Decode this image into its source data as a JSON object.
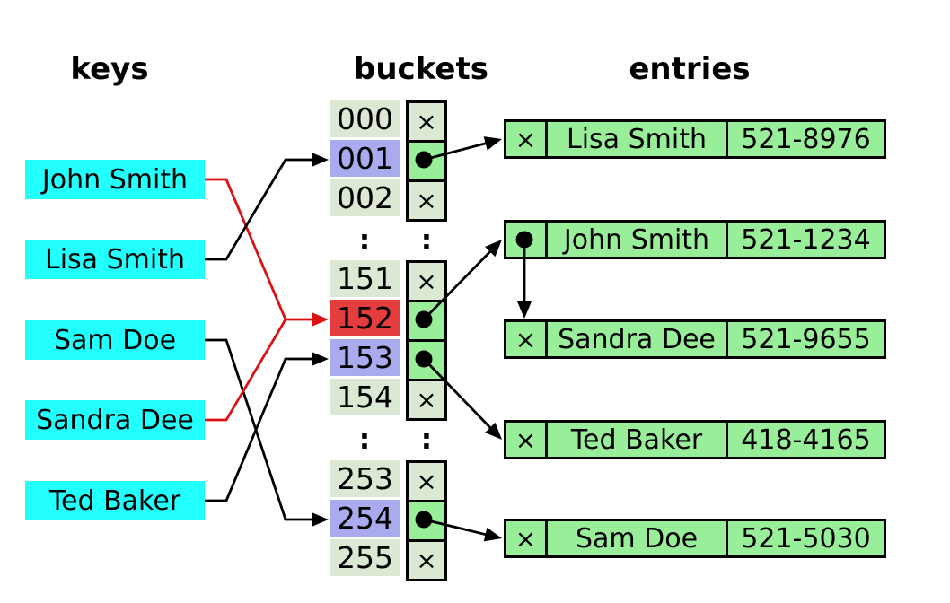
{
  "headers": {
    "keys": "keys",
    "buckets": "buckets",
    "entries": "entries"
  },
  "keys": [
    {
      "id": "john-smith",
      "label": "John Smith"
    },
    {
      "id": "lisa-smith",
      "label": "Lisa Smith"
    },
    {
      "id": "sam-doe",
      "label": "Sam Doe"
    },
    {
      "id": "sandra-dee",
      "label": "Sandra Dee"
    },
    {
      "id": "ted-baker",
      "label": "Ted Baker"
    }
  ],
  "buckets": [
    {
      "type": "bucket",
      "label": "000",
      "pointer": "null",
      "highlight": "none"
    },
    {
      "type": "bucket",
      "label": "001",
      "pointer": "dot",
      "highlight": "linked"
    },
    {
      "type": "bucket",
      "label": "002",
      "pointer": "null",
      "highlight": "none"
    },
    {
      "type": "ellipsis",
      "label": ":"
    },
    {
      "type": "bucket",
      "label": "151",
      "pointer": "null",
      "highlight": "none"
    },
    {
      "type": "bucket",
      "label": "152",
      "pointer": "dot",
      "highlight": "collision"
    },
    {
      "type": "bucket",
      "label": "153",
      "pointer": "dot",
      "highlight": "linked"
    },
    {
      "type": "bucket",
      "label": "154",
      "pointer": "null",
      "highlight": "none"
    },
    {
      "type": "ellipsis",
      "label": ":"
    },
    {
      "type": "bucket",
      "label": "253",
      "pointer": "null",
      "highlight": "none"
    },
    {
      "type": "bucket",
      "label": "254",
      "pointer": "dot",
      "highlight": "linked"
    },
    {
      "type": "bucket",
      "label": "255",
      "pointer": "null",
      "highlight": "none"
    }
  ],
  "entries": [
    {
      "id": "lisa-smith",
      "pointer": "null",
      "name": "Lisa Smith",
      "phone": "521-8976"
    },
    {
      "id": "john-smith",
      "pointer": "dot",
      "name": "John Smith",
      "phone": "521-1234"
    },
    {
      "id": "sandra-dee",
      "pointer": "null",
      "name": "Sandra Dee",
      "phone": "521-9655"
    },
    {
      "id": "ted-baker",
      "pointer": "null",
      "name": "Ted Baker",
      "phone": "418-4165"
    },
    {
      "id": "sam-doe",
      "pointer": "null",
      "name": "Sam Doe",
      "phone": "521-5030"
    }
  ],
  "connections": {
    "key_to_bucket": [
      {
        "from": "john-smith",
        "to": "152",
        "style": "collision"
      },
      {
        "from": "lisa-smith",
        "to": "001",
        "style": "normal"
      },
      {
        "from": "sam-doe",
        "to": "254",
        "style": "normal"
      },
      {
        "from": "sandra-dee",
        "to": "152",
        "style": "collision"
      },
      {
        "from": "ted-baker",
        "to": "153",
        "style": "normal"
      }
    ],
    "bucket_to_entry": [
      {
        "from": "001",
        "to": "lisa-smith"
      },
      {
        "from": "152",
        "to": "john-smith"
      },
      {
        "from": "153",
        "to": "ted-baker"
      },
      {
        "from": "254",
        "to": "sam-doe"
      }
    ],
    "entry_to_entry": [
      {
        "from": "john-smith",
        "to": "sandra-dee"
      }
    ]
  },
  "glyphs": {
    "null_pointer": "×",
    "occupied_pointer": "•",
    "ellipsis": ":"
  },
  "colors": {
    "key_fill": "#22FFFF",
    "bucket_fill": "#DBE8D4",
    "bucket_linked_fill": "#AAAAEE",
    "bucket_collision_fill": "#E43D3D",
    "pointer_empty_fill": "#DBE8D4",
    "pointer_occupied_fill": "#99EE99",
    "entry_fill": "#99EE99",
    "line": "#000000",
    "collision_line": "#DD1111"
  }
}
